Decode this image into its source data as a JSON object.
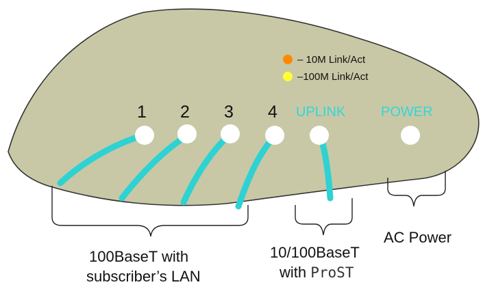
{
  "colors": {
    "panel_fill": "#c8c8a6",
    "panel_stroke": "#333333",
    "cable": "#2ed2d2",
    "port_led": "#ffffff",
    "label_cyan": "#33d6d6",
    "legend_10m": "#ff8a00",
    "legend_100m": "#ffff33"
  },
  "legend": [
    {
      "dot_color": "#ff8a00",
      "text": "–  10M  Link/Act"
    },
    {
      "dot_color": "#ffff33",
      "text": "–100M  Link/Act"
    }
  ],
  "ports": [
    {
      "label": "1"
    },
    {
      "label": "2"
    },
    {
      "label": "3"
    },
    {
      "label": "4"
    },
    {
      "label": "UPLINK"
    },
    {
      "label": "POWER"
    }
  ],
  "captions": {
    "lan_line1": "100BaseT with",
    "lan_line2": "subscriber’s LAN",
    "uplink_line1": "10/100BaseT",
    "uplink_line2_prefix": "with ",
    "uplink_line2_product": "ProST",
    "power": "AC Power"
  }
}
